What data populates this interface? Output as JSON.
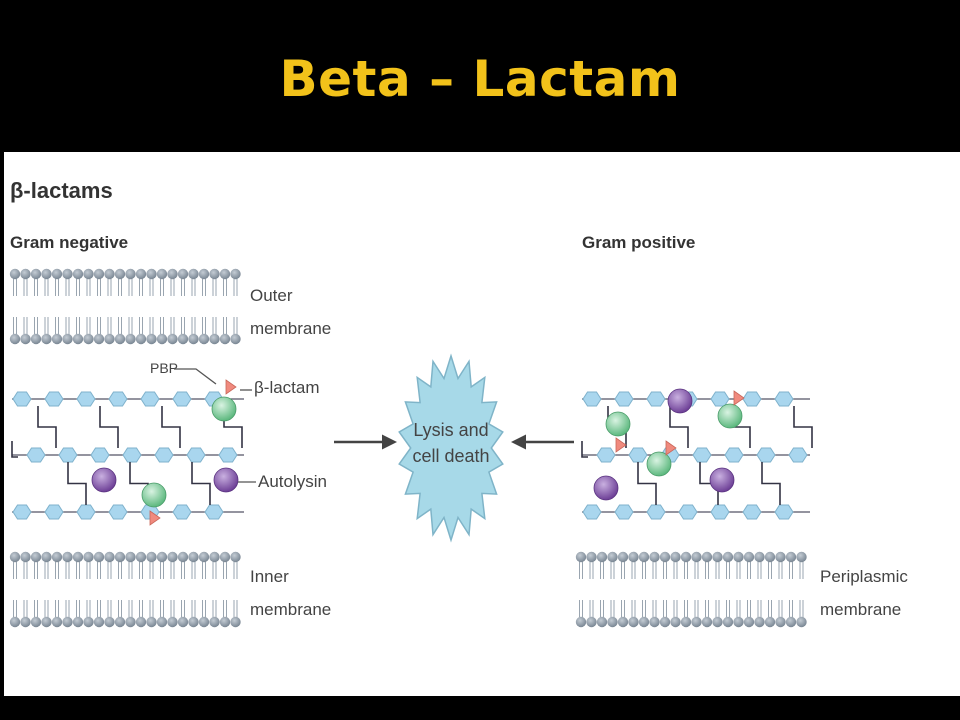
{
  "slide": {
    "title": "Beta – Lactam"
  },
  "figure": {
    "heading": "β-lactams",
    "gram_negative": {
      "label": "Gram negative",
      "outer_membrane_line1": "Outer",
      "outer_membrane_line2": "membrane",
      "pbp": "PBP",
      "beta_lactam": "β-lactam",
      "autolysin": "Autolysin",
      "inner_membrane_line1": "Inner",
      "inner_membrane_line2": "membrane"
    },
    "center": {
      "line1": "Lysis and",
      "line2": "cell death"
    },
    "gram_positive": {
      "label": "Gram positive",
      "periplasmic_line1": "Periplasmic",
      "periplasmic_line2": "membrane"
    },
    "colors": {
      "lipid_head": "#8e9aa6",
      "glycan_unit": "#a9d6ee",
      "pbp": "#7fcf9a",
      "autolysin": "#8f5fb0",
      "beta_lactam": "#f08a7e",
      "lysis_star": "#a7d9e8",
      "title": "#f2c21a"
    }
  }
}
